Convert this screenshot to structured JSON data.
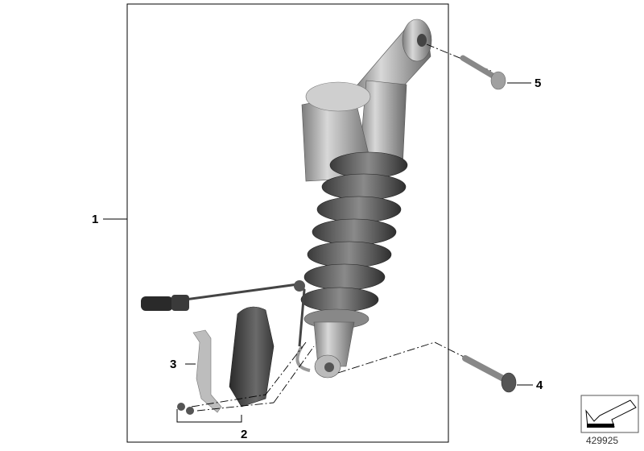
{
  "callouts": [
    {
      "number": "1",
      "part": "shock-absorber-assembly"
    },
    {
      "number": "2",
      "part": "screws"
    },
    {
      "number": "3",
      "part": "bracket"
    },
    {
      "number": "4",
      "part": "lower-bolt"
    },
    {
      "number": "5",
      "part": "upper-bolt"
    }
  ],
  "diagram_number": "429925",
  "nav_icon": "arrow-back-icon"
}
